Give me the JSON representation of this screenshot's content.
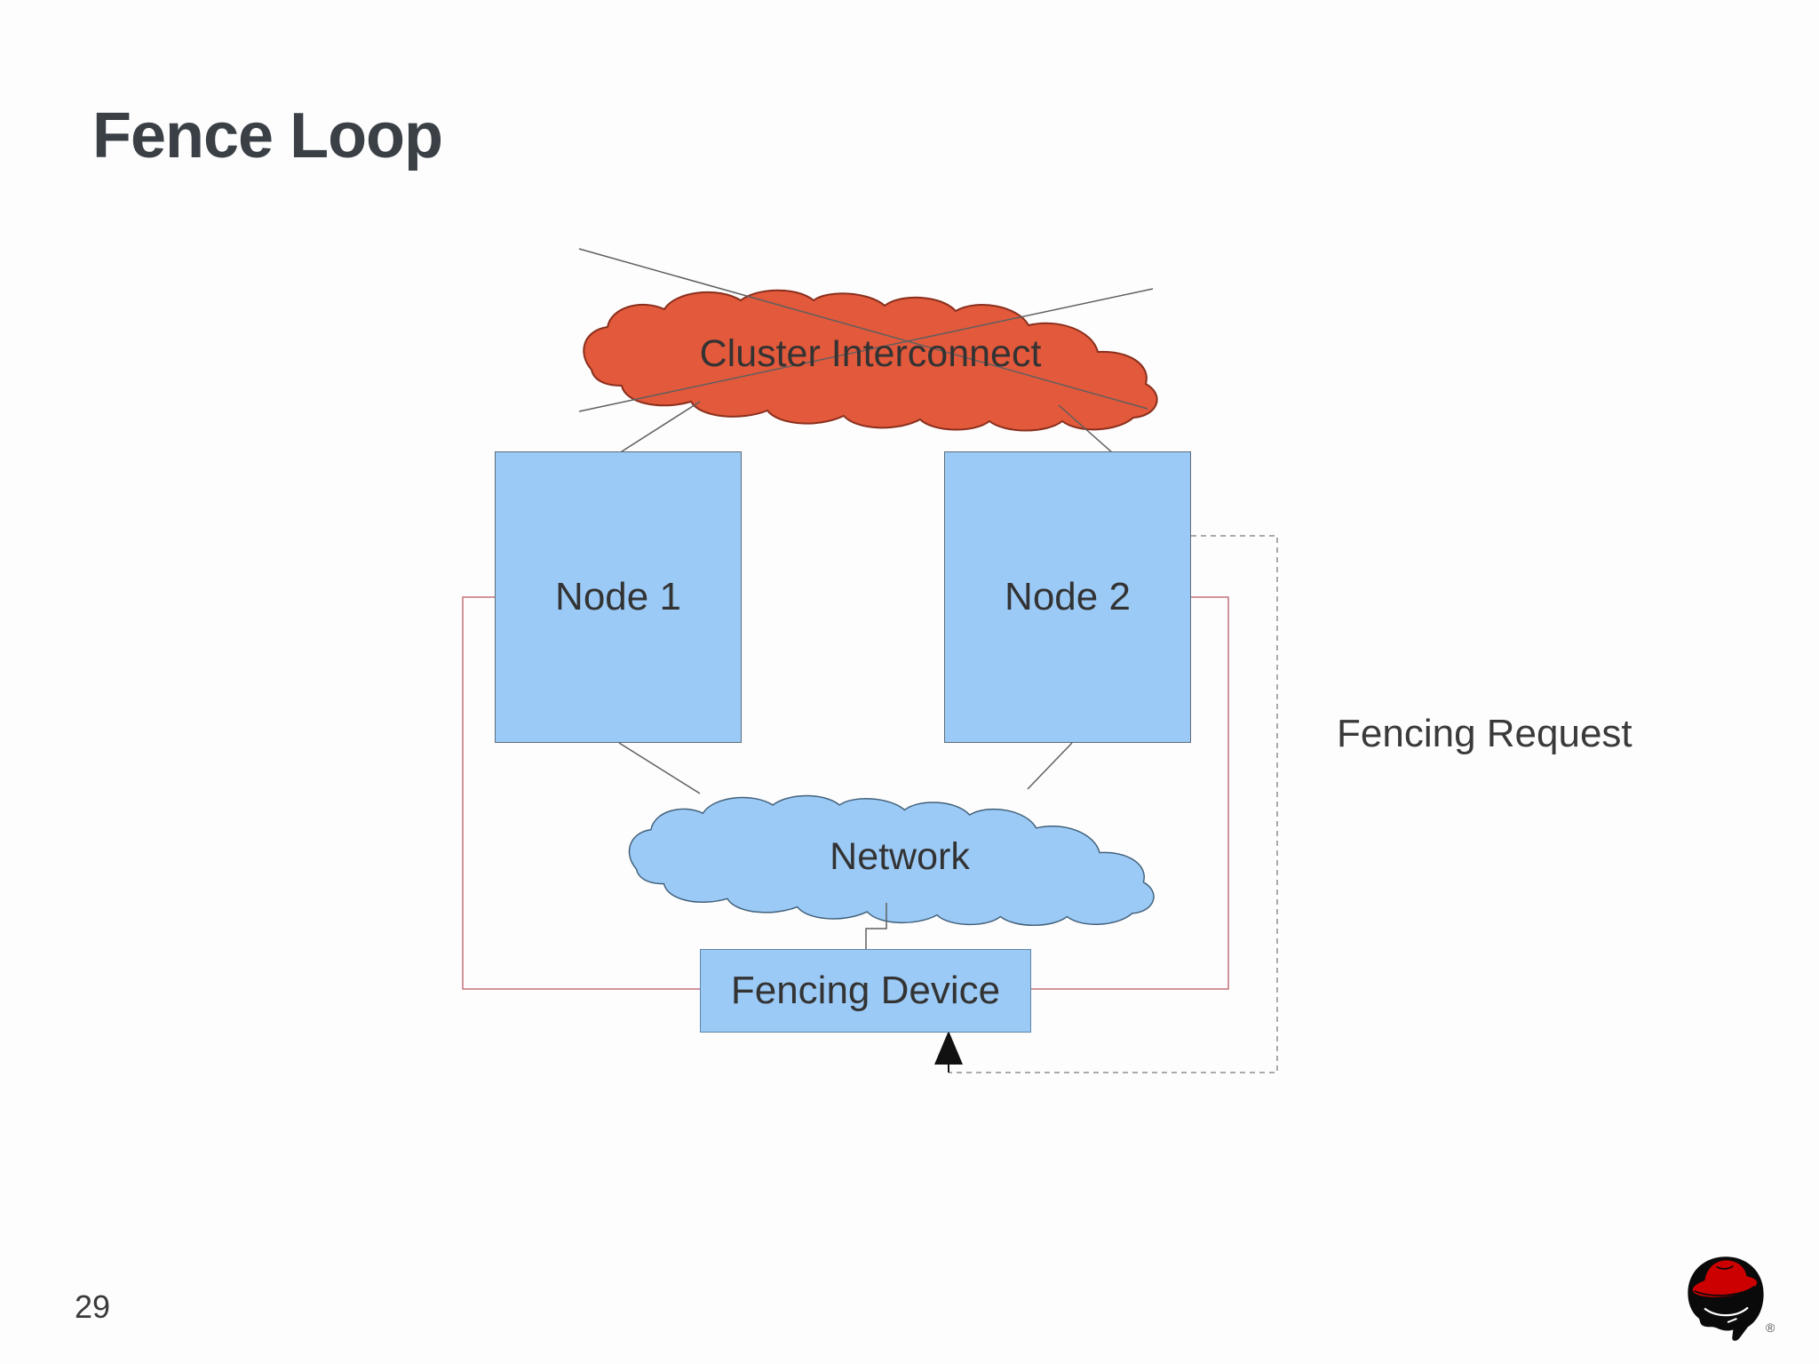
{
  "slide": {
    "title": "Fence Loop"
  },
  "diagram": {
    "cluster_cloud": {
      "label": "Cluster Interconnect",
      "fill": "#e2593b",
      "stroke": "#8a2f1d",
      "crossed_out": true
    },
    "network_cloud": {
      "label": "Network",
      "fill": "#9ccaf6",
      "stroke": "#41607a"
    },
    "node1": {
      "label": "Node 1",
      "fill": "#9ccaf6"
    },
    "node2": {
      "label": "Node 2",
      "fill": "#9ccaf6"
    },
    "fencing_device": {
      "label": "Fencing Device",
      "fill": "#9ccaf6"
    },
    "fencing_request_label": "Fencing Request",
    "colors": {
      "loop_line": "#c4727b",
      "dotted_line": "#8f8f8f",
      "connector_line": "#5f5f5f",
      "arrow": "#111111",
      "label_text": "#333333",
      "title_text": "#3a4046"
    }
  },
  "footer": {
    "page_number": "29",
    "logo": "Red Hat",
    "registered": "®"
  }
}
